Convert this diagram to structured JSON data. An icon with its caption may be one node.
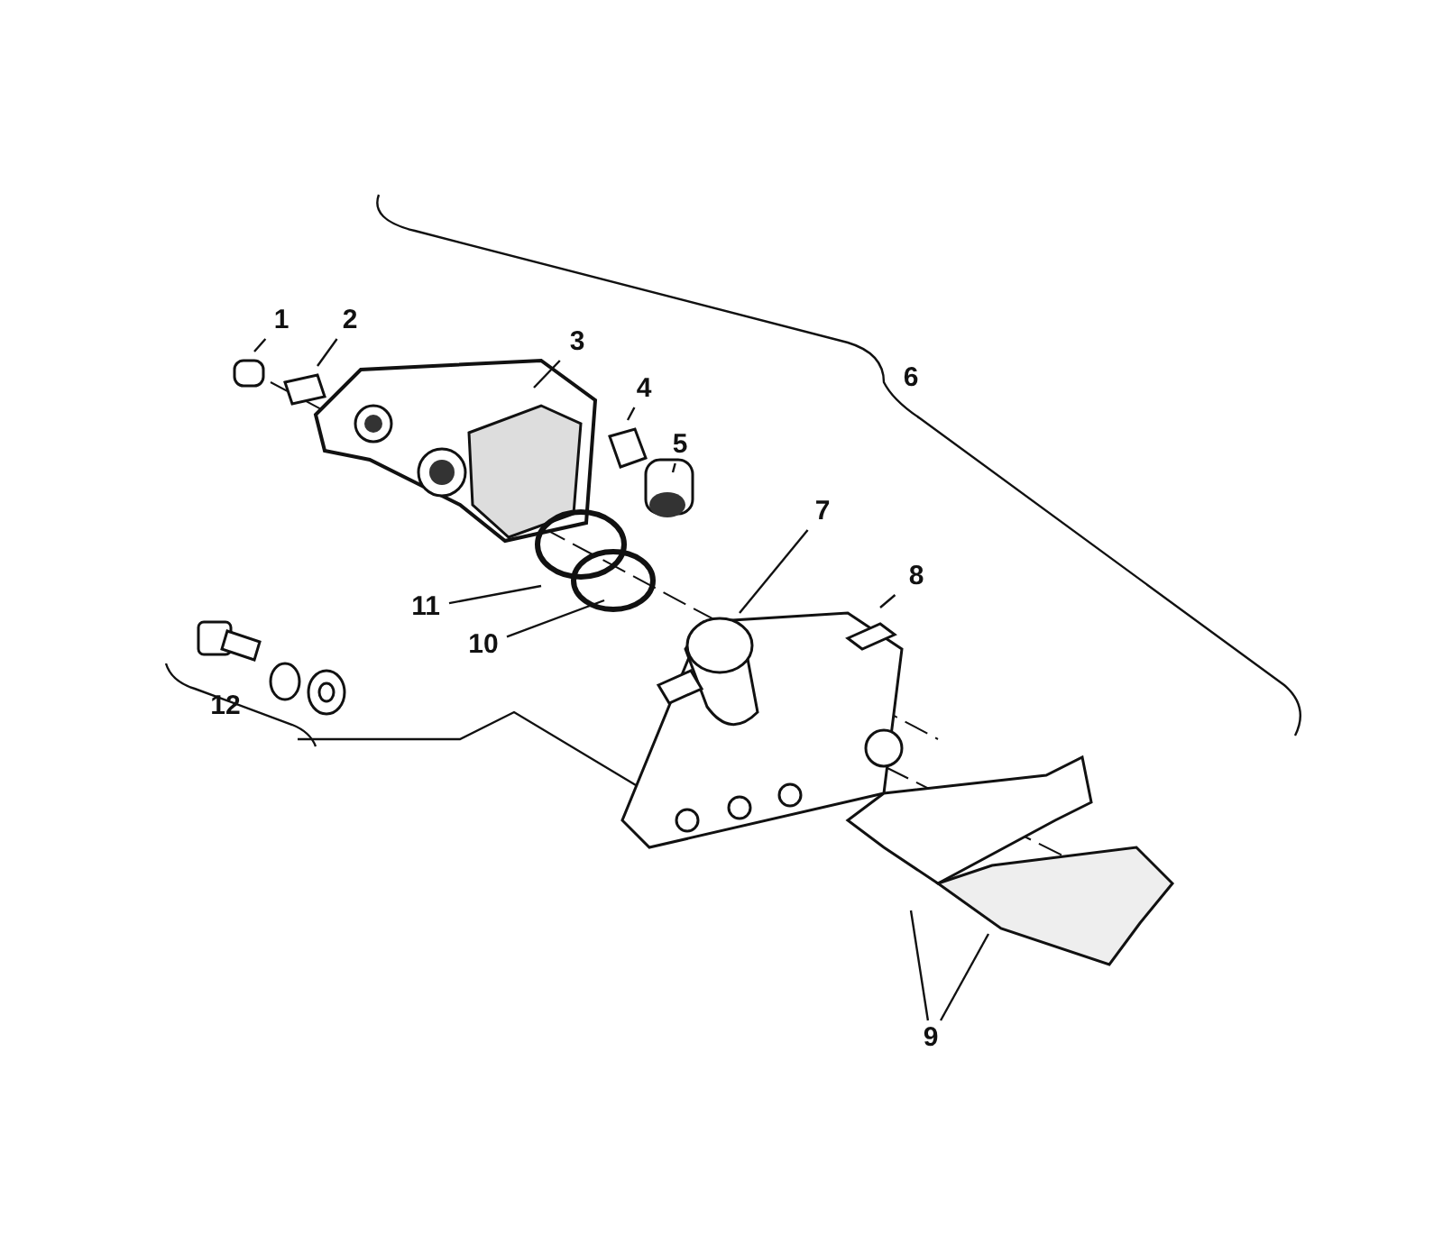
{
  "diagram": {
    "nodes": [
      {
        "text": [
          "1"
        ]
      },
      {
        "text": [
          "2"
        ]
      },
      {
        "text": [
          "3"
        ]
      },
      {
        "text": [
          "4"
        ]
      },
      {
        "text": [
          "5"
        ]
      },
      {
        "text": [
          "7"
        ]
      },
      {
        "text": [
          "8"
        ]
      },
      {
        "text": [
          "9"
        ]
      },
      {
        "text": [
          "10"
        ]
      },
      {
        "text": [
          "11"
        ]
      }
    ],
    "edges": [
      {
        "from": 0,
        "to": null,
        "arrow": "none"
      },
      {
        "from": 1,
        "to": null,
        "arrow": "none"
      },
      {
        "from": 2,
        "to": null,
        "arrow": "none"
      },
      {
        "from": 3,
        "to": null,
        "arrow": "none"
      },
      {
        "from": 4,
        "to": null,
        "arrow": "none"
      },
      {
        "from": 5,
        "to": null,
        "arrow": "none"
      },
      {
        "from": 6,
        "to": null,
        "arrow": "none"
      },
      {
        "from": 7,
        "to": null,
        "arrow": "none"
      },
      {
        "from": 7,
        "to": null,
        "arrow": "none"
      },
      {
        "from": 8,
        "to": null,
        "arrow": "none"
      },
      {
        "from": 9,
        "to": null,
        "arrow": "none"
      }
    ],
    "labels": [
      "6",
      "12"
    ]
  }
}
